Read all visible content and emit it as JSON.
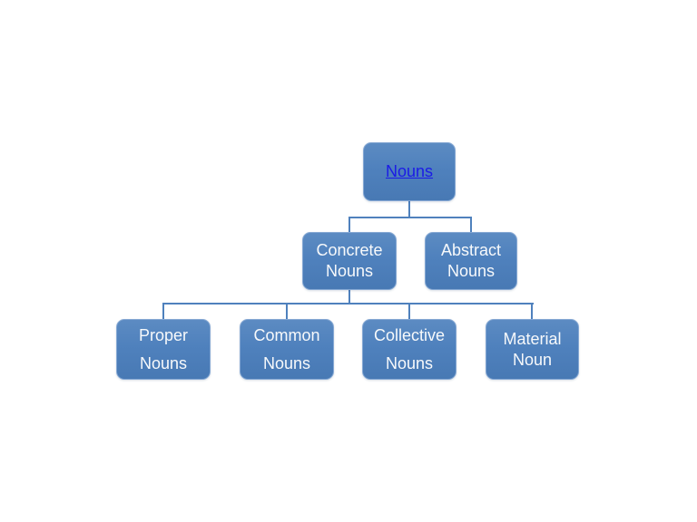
{
  "diagram": {
    "description": "Hierarchy chart of noun types",
    "colors": {
      "accent": "#4f81bd",
      "connector": "#4f81bd",
      "link": "#1b1be6",
      "node-text": "#f7f9fb",
      "bg": "#ffffff"
    },
    "nodes": {
      "root": {
        "label": "Nouns"
      },
      "concrete": {
        "label": "Concrete\nNouns"
      },
      "abstract": {
        "label": "Abstract\nNouns"
      },
      "proper": {
        "label": "Proper\nNouns"
      },
      "common": {
        "label": "Common\nNouns"
      },
      "collective": {
        "label": "Collective\nNouns"
      },
      "material": {
        "label": "Material\nNoun"
      }
    }
  }
}
